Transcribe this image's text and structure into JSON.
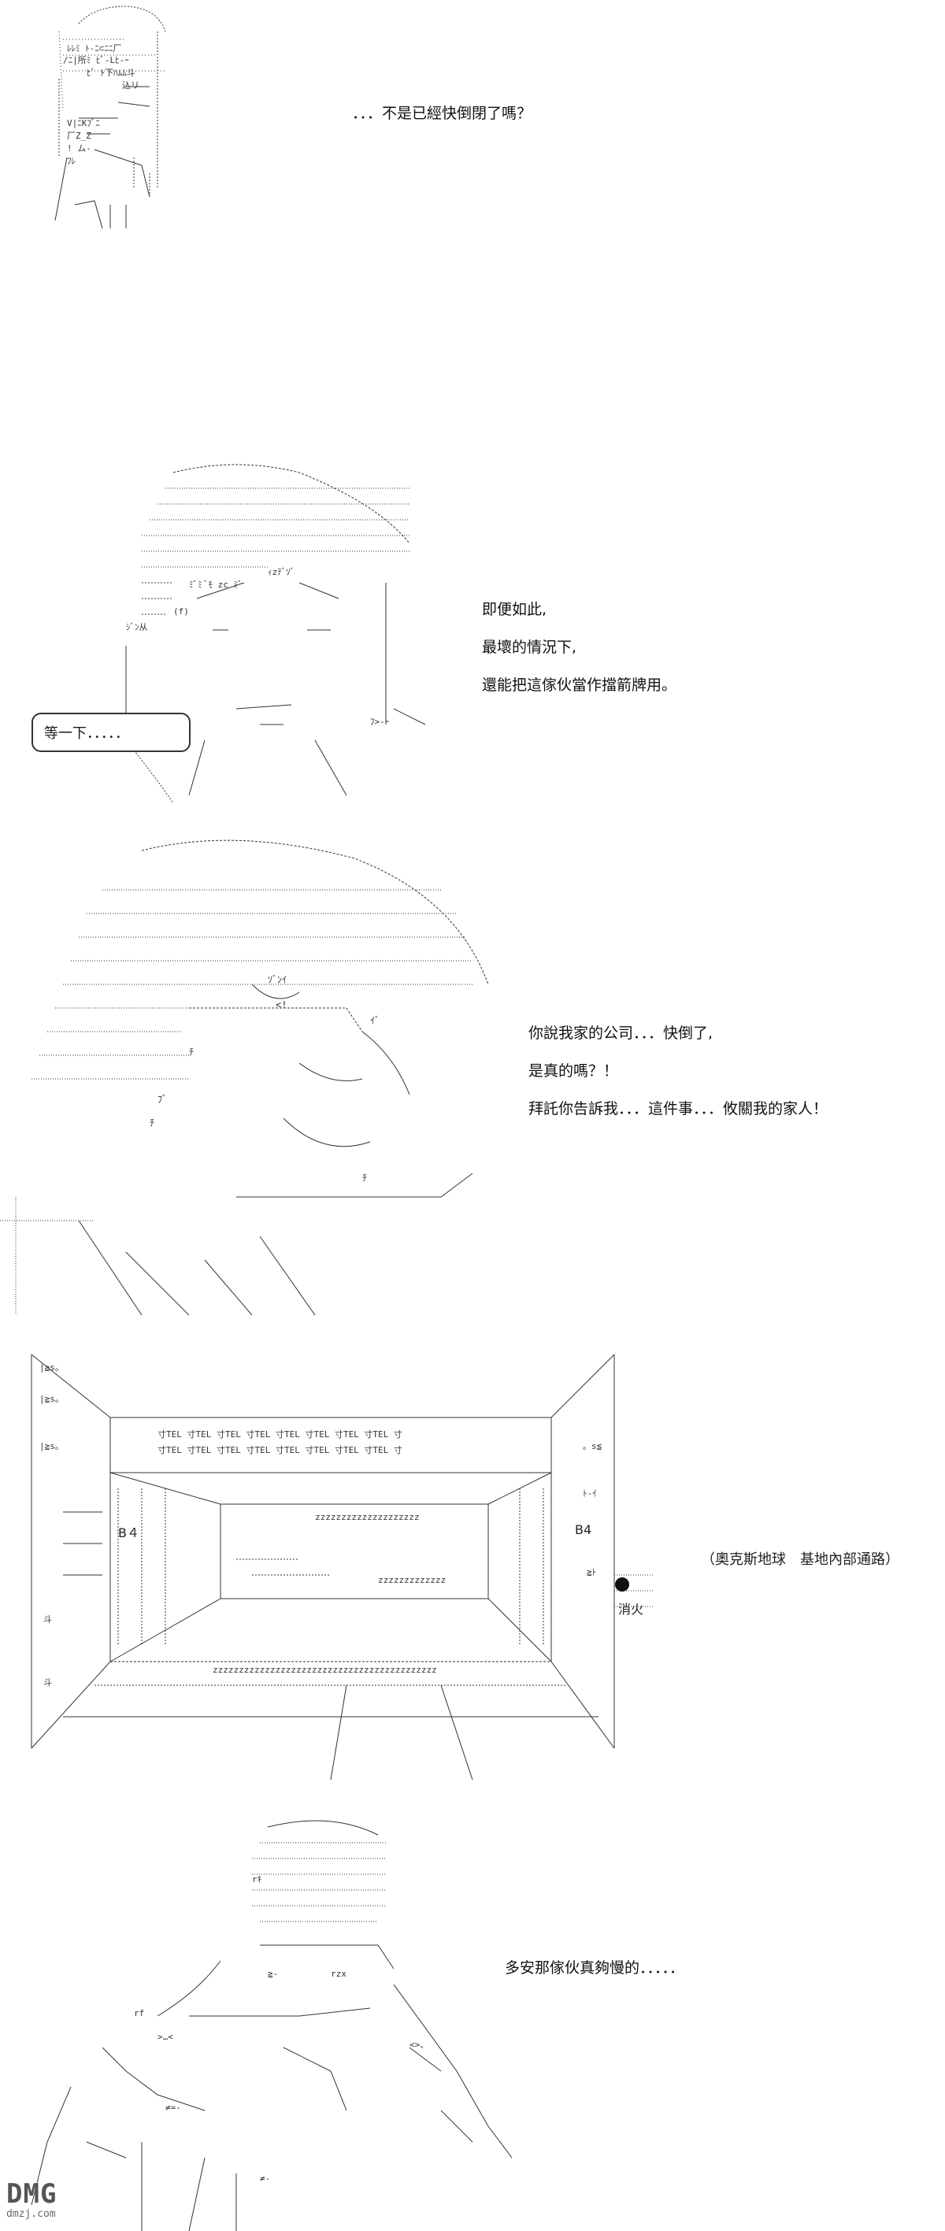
{
  "panels": [
    {
      "id": "panel-1",
      "dialog": [
        "．．．不是已經快倒閉了嗎？"
      ]
    },
    {
      "id": "panel-2",
      "dialog": [
        "即便如此,",
        "最壞的情況下,",
        "還能把這傢伙當作擋箭牌用。"
      ],
      "bubble": "等一下．．．．．"
    },
    {
      "id": "panel-3",
      "dialog": [
        "你說我家的公司．．．快倒了,",
        "是真的嗎？！",
        "拜託你告訴我．．．這件事．．．攸關我的家人！"
      ]
    },
    {
      "id": "panel-4",
      "caption": "（奧克斯地球　基地內部通路）",
      "signs": {
        "b4_left": "B４",
        "b4_right": "B4",
        "fire_extinguisher": "消火"
      }
    },
    {
      "id": "panel-5",
      "dialog": [
        "多安那傢伙真夠慢的．．．．．"
      ]
    }
  ],
  "watermark": {
    "logo": "DMG",
    "site": "dmzj.com"
  }
}
